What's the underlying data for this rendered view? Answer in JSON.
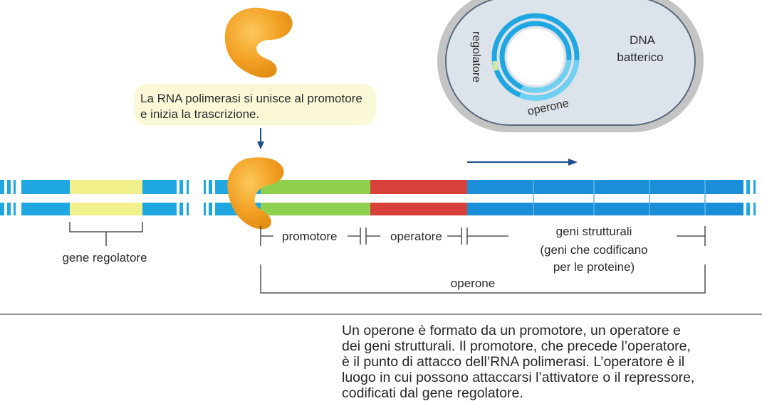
{
  "callout": {
    "line1": "La RNA polimerasi si unisce al promotore",
    "line2": "e inizia la trascrizione."
  },
  "cell": {
    "regulator_label": "regolatore",
    "operon_label": "operone",
    "dna_label_1": "DNA",
    "dna_label_2": "batterico"
  },
  "dna_labels": {
    "gene_regulator": "gene regolatore",
    "promoter": "promotore",
    "operator": "operatore",
    "structural_1": "geni strutturali",
    "structural_2": "(geni che codificano",
    "structural_3": "per le proteine)",
    "operon": "operone"
  },
  "caption": {
    "text": "Un operone è formato da un promotore, un operatore e\ndei geni strutturali. Il promotore, che precede l’operatore,\nè il punto di attacco dell’RNA polimerasi. L’operatore è il\nluogo in cui possono attaccarsi l’attivatore o il repressore,\ncodificati dal gene regolatore."
  },
  "colors": {
    "dna_blue": "#1ea7e1",
    "regulator_yellow": "#f2f08a",
    "promoter_green": "#8fd14f",
    "operator_red": "#d8403a",
    "structural_blue": "#1a8fd8",
    "polymerase_orange": "#f2a024",
    "callout_bg": "#fbf8d8",
    "arrow_navy": "#1f4e8c"
  }
}
